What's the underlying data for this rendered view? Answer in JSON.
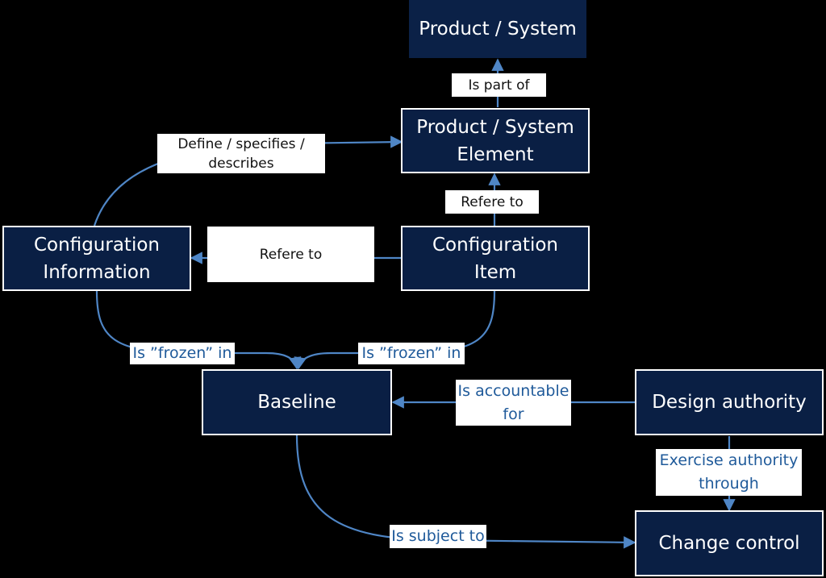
{
  "nodes": {
    "product_system": "Product / System",
    "product_system_element": "Product / System\nElement",
    "configuration_information": "Configuration\nInformation",
    "configuration_item": "Configuration\nItem",
    "baseline": "Baseline",
    "design_authority": "Design authority",
    "change_control": "Change control"
  },
  "edges": {
    "is_part_of": "Is part of",
    "refere_to_up": "Refere to",
    "define_specifies": "Define / specifies /\ndescribes",
    "refere_to_left": "Refere to",
    "frozen_left": "Is ”frozen” in",
    "frozen_right": "Is ”frozen” in",
    "accountable_for": "Is accountable\nfor",
    "exercise_authority": "Exercise authority\nthrough",
    "subject_to": "Is subject to"
  },
  "colors": {
    "node_fill": "#0a1f44",
    "connector": "#4f86c6",
    "label_text_blue": "#1f5a9a"
  }
}
